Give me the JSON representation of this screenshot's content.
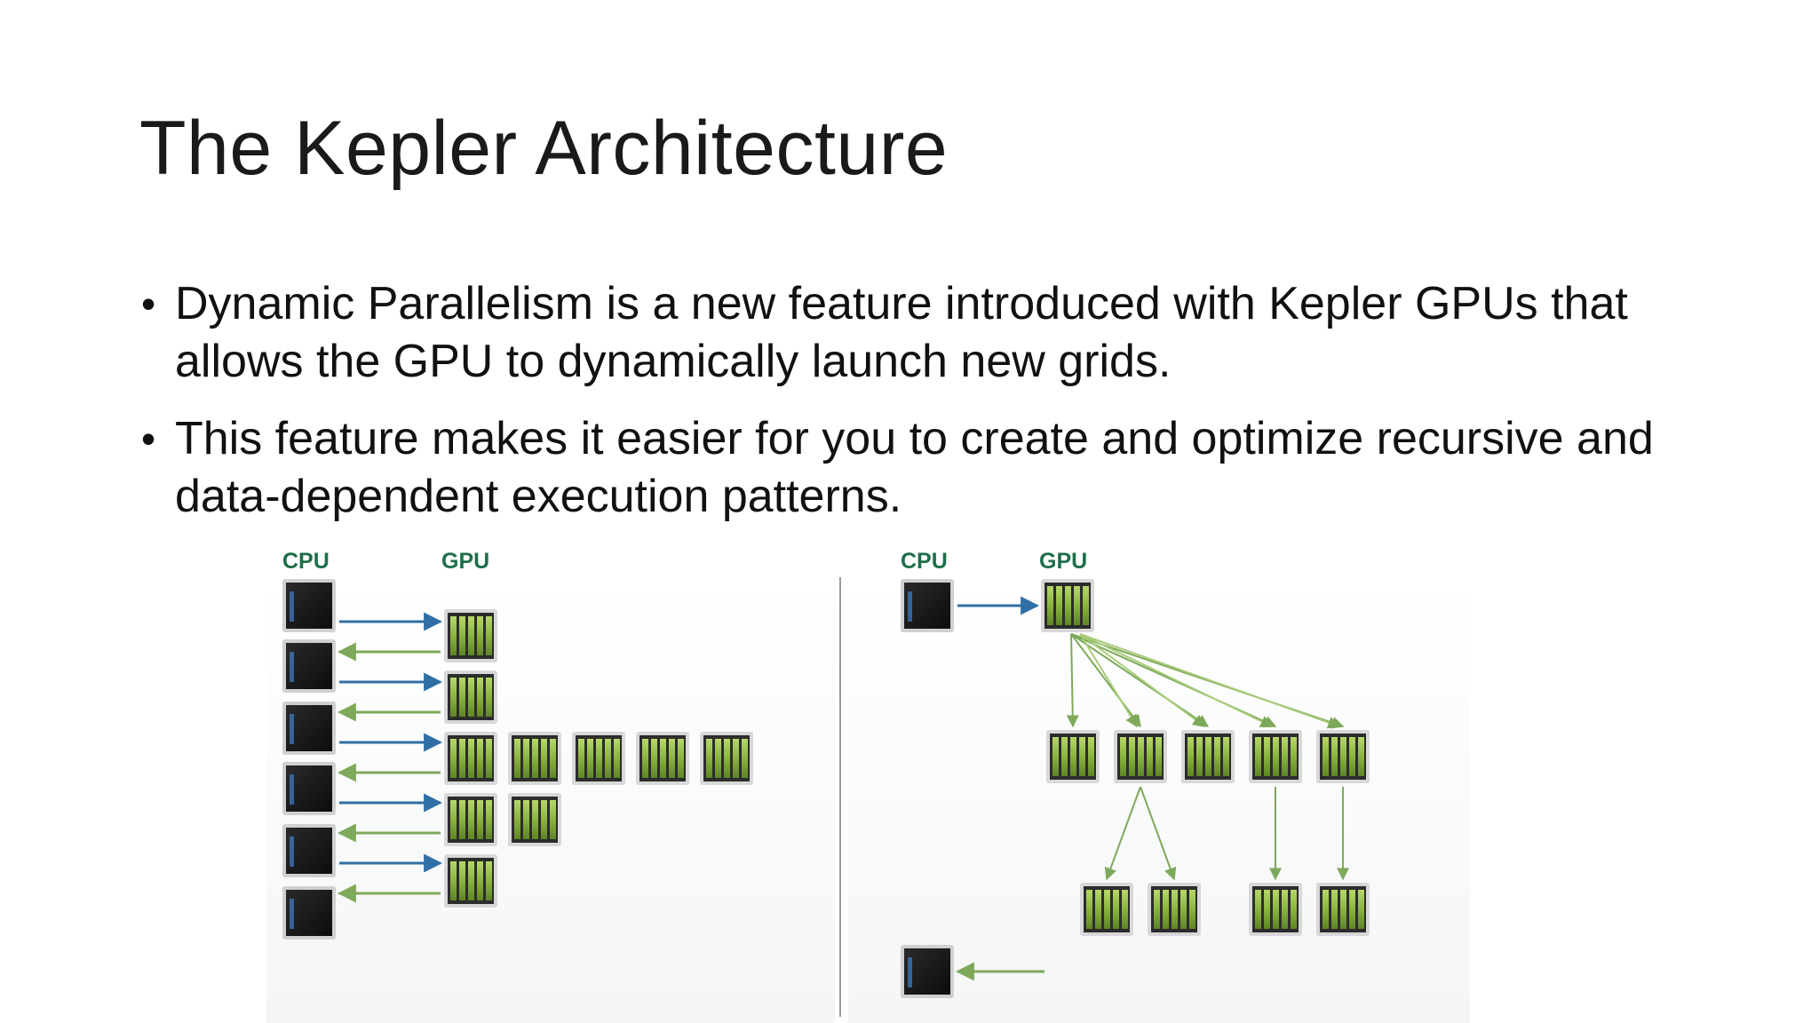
{
  "slide": {
    "title": "The Kepler Architecture",
    "bullets": [
      {
        "text": "Dynamic Parallelism is a new feature introduced with Kepler GPUs that allows the GPU to dynamically launch new grids."
      },
      {
        "text": "This feature makes it easier for you to create and optimize recursive and data-dependent execution patterns."
      }
    ],
    "bullet_symbol": "•"
  },
  "figure": {
    "left_panel": {
      "cpu_label": "CPU",
      "gpu_label": "GPU"
    },
    "right_panel": {
      "cpu_label": "CPU",
      "gpu_label": "GPU"
    },
    "colors": {
      "cpu_chip": "#1c1c1c",
      "gpu_chip": "#7fa63a",
      "cpu_to_gpu_arrow": "#2f6fa6",
      "gpu_to_cpu_arrow": "#7ea95a",
      "label": "#1e6e4a",
      "divider": "#9a9a9a"
    },
    "icons": [
      "cpu-chip-icon",
      "gpu-chip-icon",
      "arrow-icon"
    ]
  }
}
